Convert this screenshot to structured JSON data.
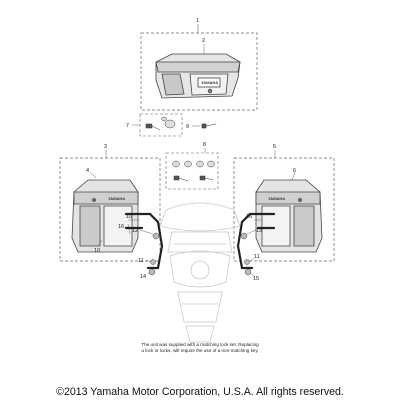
{
  "callouts": {
    "c1": "1",
    "c2": "2",
    "c3": "3",
    "c4": "4",
    "c5": "5",
    "c6": "6",
    "c7": "7",
    "c8": "8",
    "c9": "9",
    "c10a": "10",
    "c10b": "10",
    "c11a": "11",
    "c11b": "11",
    "c12": "12",
    "c13": "13",
    "c14": "14",
    "c15": "15",
    "c16a": "16",
    "c16b": "16"
  },
  "brand_marks": {
    "top_case": "YAMAHA",
    "left_case": "YAMAHA",
    "right_case": "YAMAHA"
  },
  "note": {
    "line1": "The unit was supplied with a matching lock set. Replacing",
    "line2": "a lock or locks, will require the use of a non-matching key."
  },
  "copyright": "©2013 Yamaha Motor Corporation, U.S.A. All rights reserved."
}
